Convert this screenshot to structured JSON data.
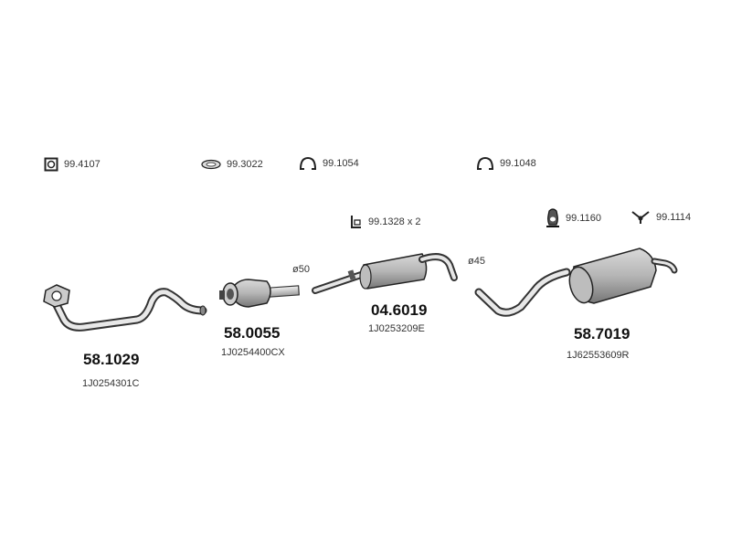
{
  "hardware": [
    {
      "code": "99.4107",
      "icon": "clamp-square-icon"
    },
    {
      "code": "99.3022",
      "icon": "gasket-ring-icon"
    },
    {
      "code": "99.1054",
      "icon": "pipe-clamp-icon"
    },
    {
      "code": "99.1048",
      "icon": "pipe-clamp-icon"
    },
    {
      "code": "99.1328 x 2",
      "icon": "bracket-icon"
    },
    {
      "code": "99.1160",
      "icon": "rubber-mount-icon"
    },
    {
      "code": "99.1114",
      "icon": "hanger-y-icon"
    }
  ],
  "parts": [
    {
      "number": "58.1029",
      "oem": "1J0254301C",
      "component": "front-pipe"
    },
    {
      "number": "58.0055",
      "oem": "1J0254400CX",
      "component": "catalytic-converter"
    },
    {
      "number": "04.6019",
      "oem": "1J0253209E",
      "component": "middle-silencer"
    },
    {
      "number": "58.7019",
      "oem": "1J62553609R",
      "component": "rear-silencer"
    }
  ],
  "diameters": [
    "ø50",
    "ø45"
  ]
}
